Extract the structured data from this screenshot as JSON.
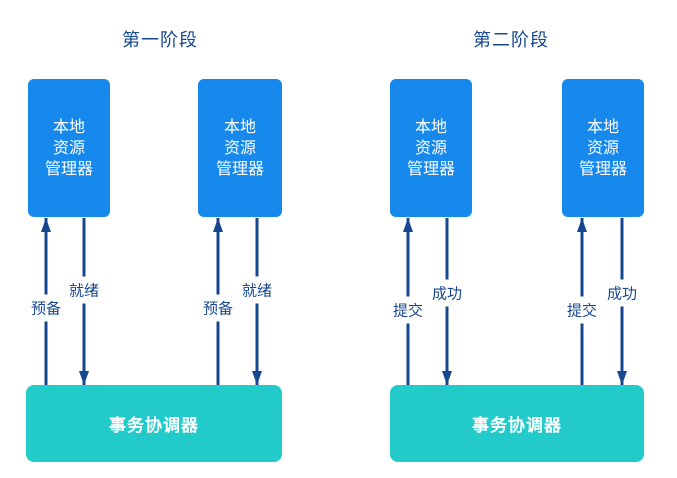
{
  "colors": {
    "background": "#ffffff",
    "resource_box": "#1788ec",
    "coordinator_box": "#22cbca",
    "arrow": "#17478f",
    "title_text": "#17478f",
    "label_text": "#17478f",
    "box_text": "#ffffff"
  },
  "phases": [
    {
      "title": "第一阶段",
      "resource_manager_label": "本地\n资源\n管理器",
      "coordinator_label": "事务协调器",
      "up_arrow_label": "预备",
      "down_arrow_label": "就绪"
    },
    {
      "title": "第二阶段",
      "resource_manager_label": "本地\n资源\n管理器",
      "coordinator_label": "事务协调器",
      "up_arrow_label": "提交",
      "down_arrow_label": "成功"
    }
  ]
}
